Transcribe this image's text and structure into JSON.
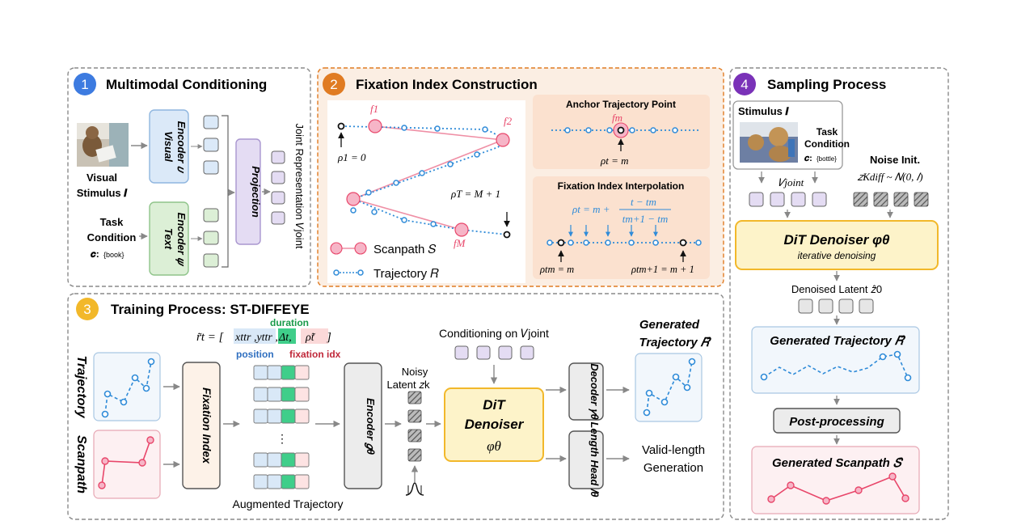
{
  "panel1": {
    "number": "1",
    "title": "Multimodal Conditioning",
    "visual_stimulus_l1": "Visual",
    "visual_stimulus_l2": "Stimulus 𝑰",
    "visual_encoder_l1": "Visual",
    "visual_encoder_l2": "Encoder 𝜐",
    "text_encoder_l1": "Text",
    "text_encoder_l2": "Encoder 𝜓",
    "projection": "Projection",
    "task_l1": "Task",
    "task_l2": "Condition",
    "task_c": "𝒄:",
    "task_c_val": "{book}",
    "joint_rep": "Joint Representation 𝑉joint"
  },
  "panel2": {
    "number": "2",
    "title": "Fixation Index Construction",
    "f1": "f1",
    "f2": "f2",
    "fM": "fM",
    "rho1": "ρ1 = 0",
    "rhoT": "ρT = M + 1",
    "scanpath_legend": "Scanpath 𝑆",
    "trajectory_legend": "Trajectory 𝑅",
    "anchor_title": "Anchor Trajectory Point",
    "anchor_fm": "fm",
    "anchor_rho": "ρt = m",
    "interp_title": "Fixation Index Interpolation",
    "interp_formula_left": "ρt = m +",
    "interp_num": "t − tm",
    "interp_den": "tm+1 − tm",
    "interp_rho_m": "ρtm = m",
    "interp_rho_m1": "ρtm+1 = m + 1"
  },
  "panel3": {
    "number": "3",
    "title": "Training Process: ST-DIFFEYE",
    "trajectory_label": "Trajectory",
    "scanpath_label": "Scanpath",
    "fixation_index": "Fixation Index",
    "duration": "duration",
    "position": "position",
    "fixation_idx": "fixation idx",
    "formula_left": "r̃t = [",
    "formula_xy": "xttr ,yttr ,",
    "formula_dt": "Δt,",
    "formula_rho": "ρ̃t",
    "formula_right": "]",
    "augmented": "Augmented Trajectory",
    "encoder": "Encoder 𝑔θ",
    "noisy_l1": "Noisy",
    "noisy_l2": "Latent 𝑧k",
    "conditioning": "Conditioning on 𝑉joint",
    "dit_l1": "DiT",
    "dit_l2": "Denoiser",
    "dit_l3": "φθ",
    "decoder": "Decoder 𝛾θ",
    "length_head": "Length Head 𝑙θ",
    "generated_l1": "Generated",
    "generated_l2": "Trajectory 𝑅̂",
    "valid_l1": "Valid-length",
    "valid_l2": "Generation",
    "dots": "⋮"
  },
  "panel4": {
    "number": "4",
    "title": "Sampling Process",
    "stimulus": "Stimulus 𝑰",
    "task_l1": "Task",
    "task_l2": "Condition",
    "task_c": "𝒄:",
    "task_c_val": "{bottle}",
    "noise_init": "Noise Init.",
    "noise_formula": "𝑧Kdiff ~ 𝑁(0, 𝐼)",
    "vjoint": "𝑉joint",
    "dit_title": "DiT Denoiser φθ",
    "dit_sub": "iterative denoising",
    "denoised": "Denoised Latent 𝑧̂0",
    "generated_traj": "Generated Trajectory 𝑅̂",
    "postprocessing": "Post-processing",
    "generated_scan": "Generated Scanpath 𝑆̂"
  },
  "colors": {
    "blue_badge": "#3d7be0",
    "orange_badge": "#e07b22",
    "yellow_badge": "#f2b82a",
    "purple_badge": "#7a32b8",
    "trajectory_blue": "#2f8bd8",
    "scanpath_red": "#e8466a",
    "dit_yellow": "#f7c43a"
  }
}
